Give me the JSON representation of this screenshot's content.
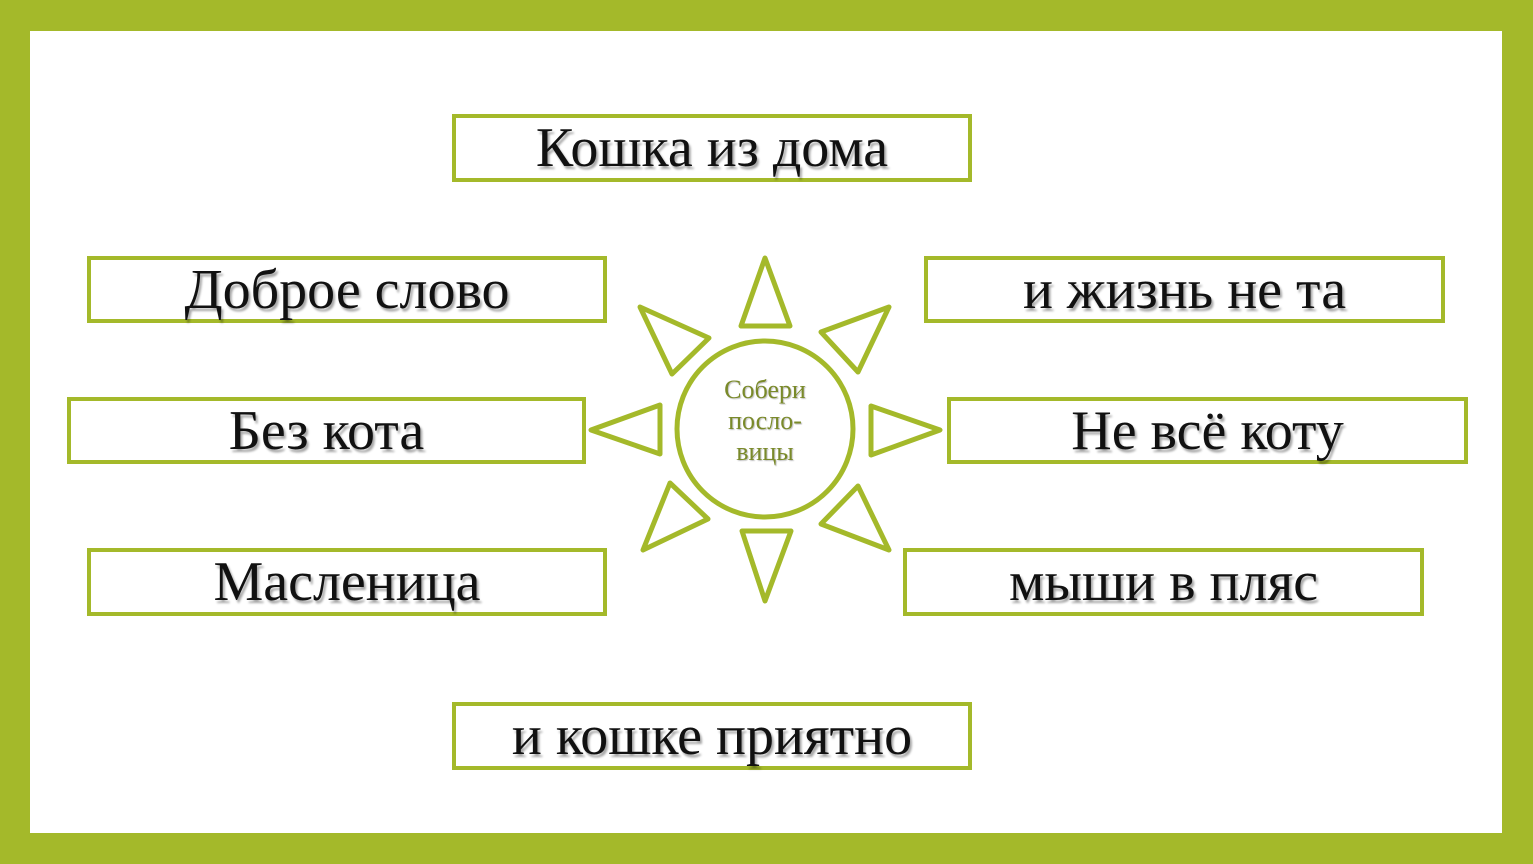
{
  "center": {
    "lines": [
      "Собери",
      "посло-",
      "вицы"
    ]
  },
  "boxes": {
    "top": "Кошка из дома",
    "left1": "Доброе слово",
    "left2": "Без кота",
    "left3": "Масленица",
    "right1": "и жизнь не та",
    "right2": "Не всё коту",
    "right3": "мыши в пляс",
    "bottom": "и кошке приятно"
  },
  "colors": {
    "accent": "#a4b92a",
    "background": "#ffffff",
    "text": "#111111"
  }
}
